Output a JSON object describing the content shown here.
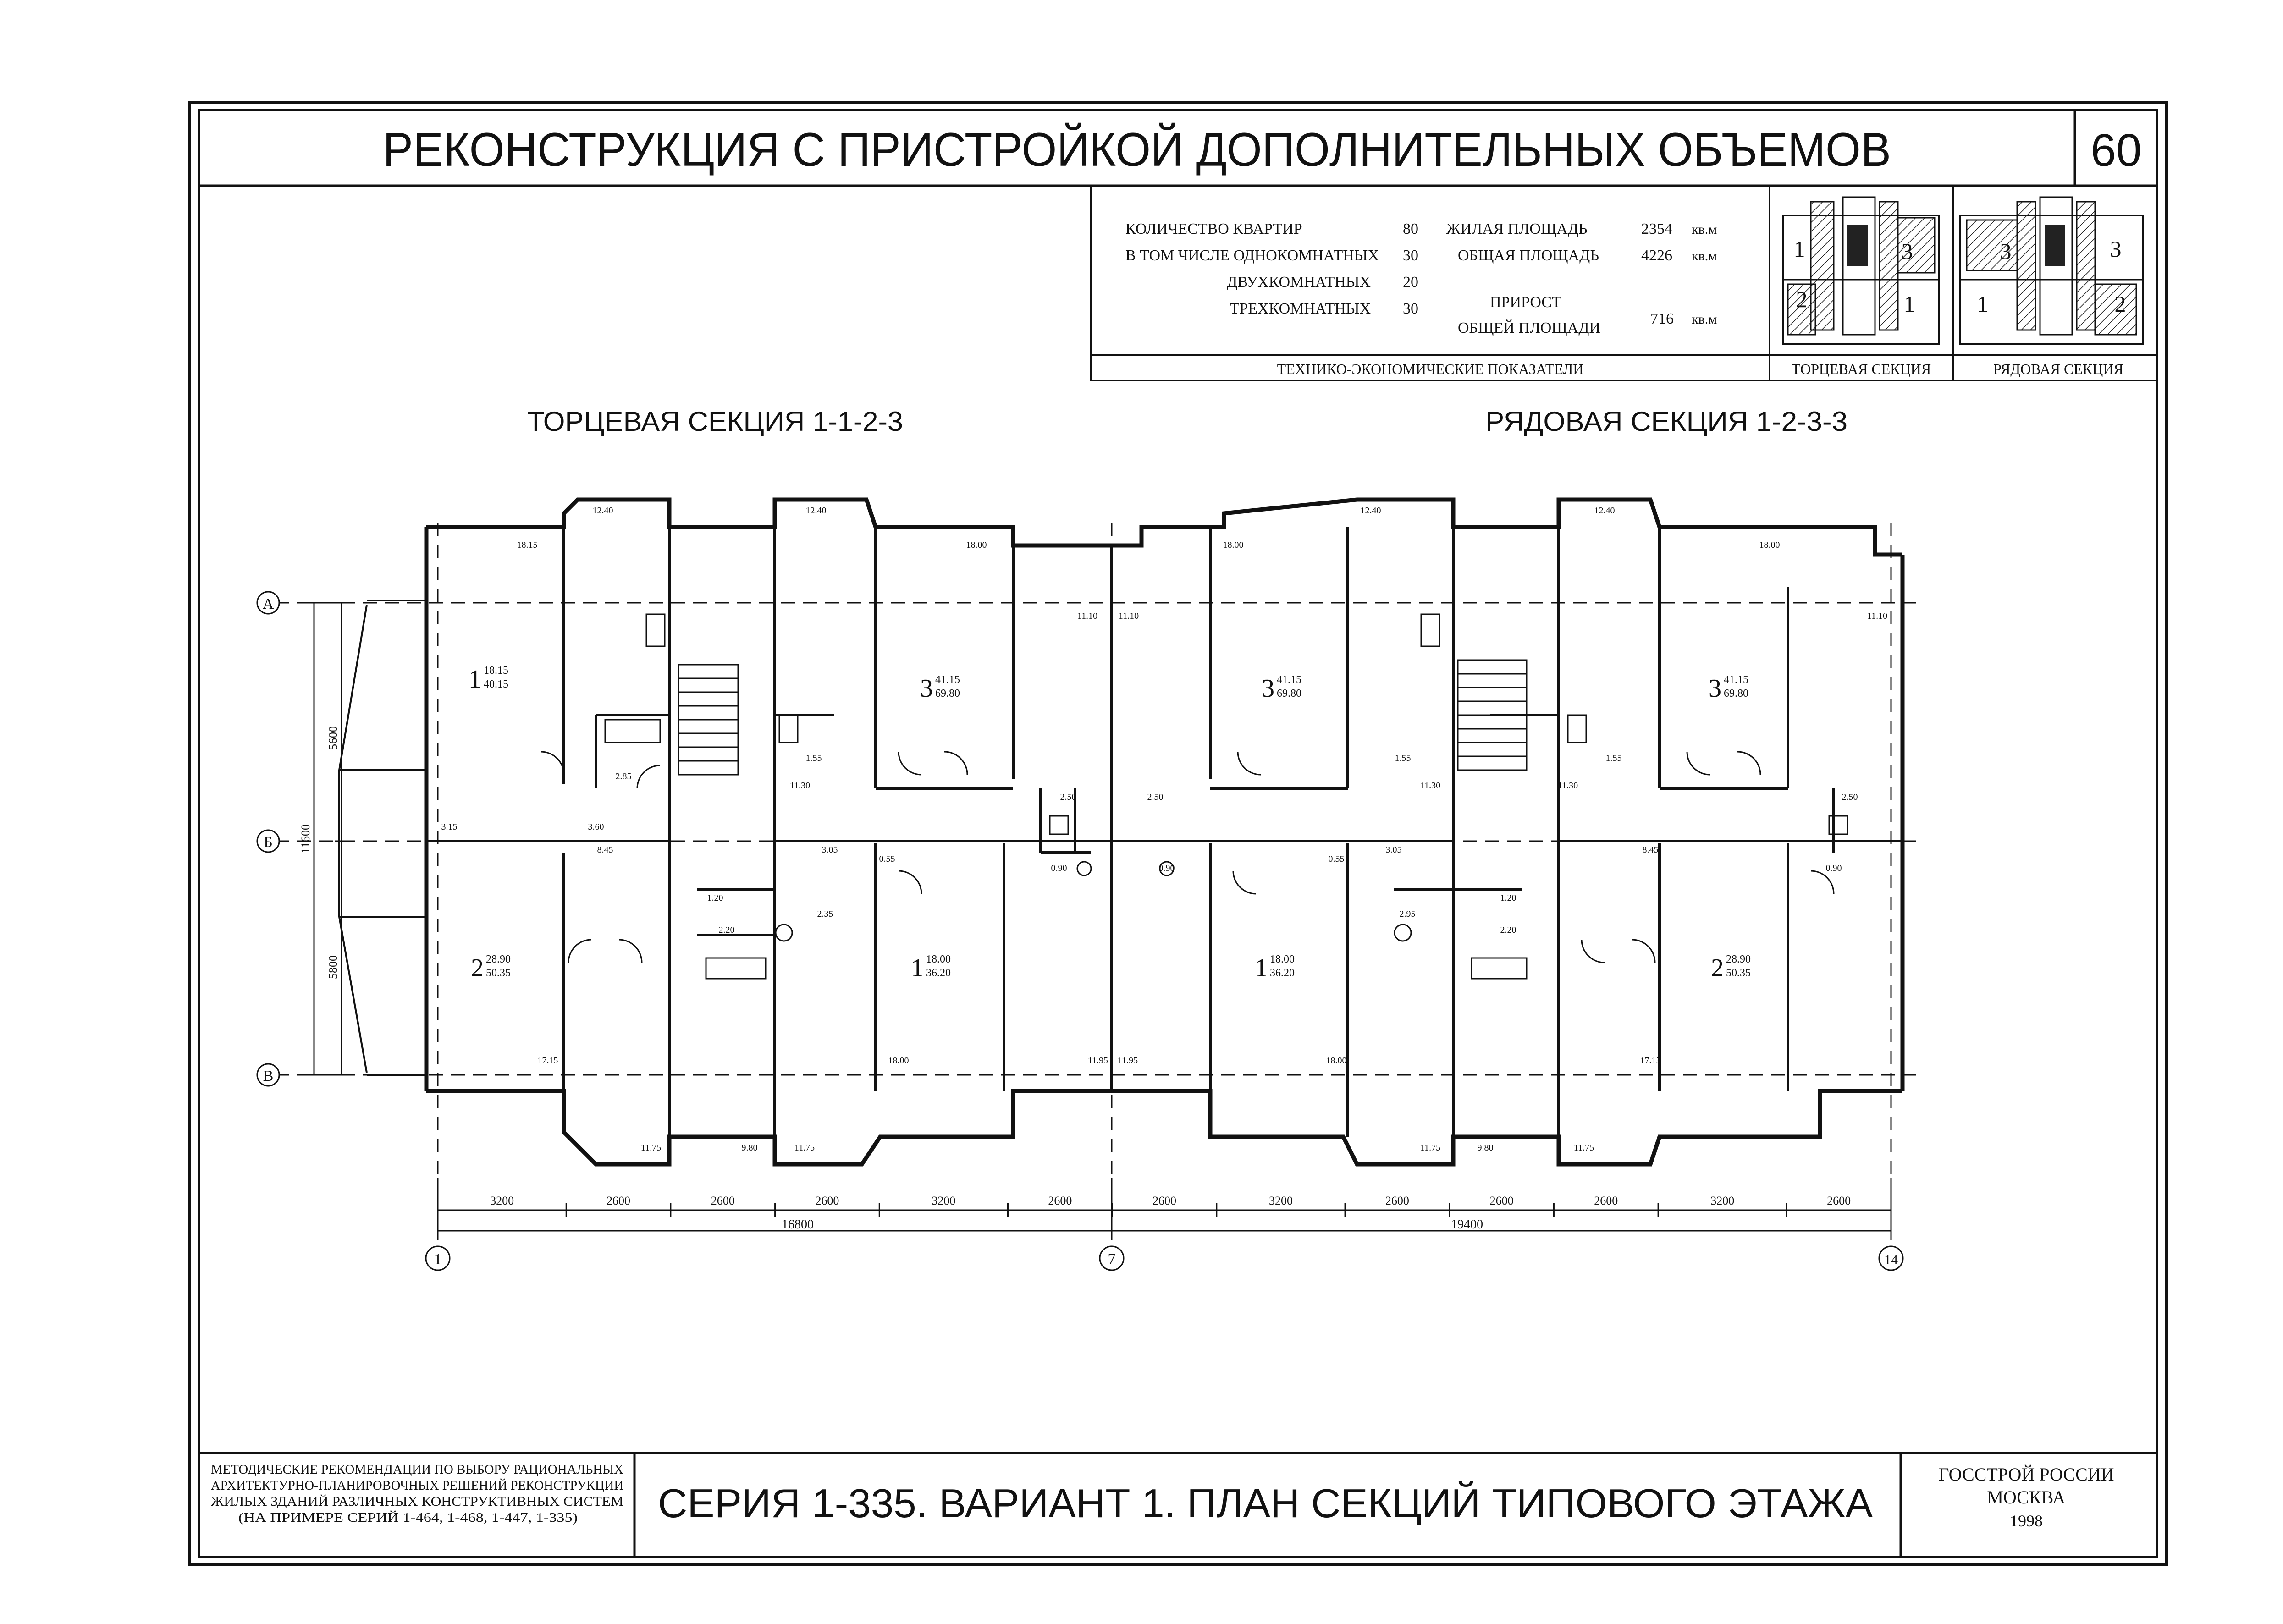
{
  "header": {
    "title": "РЕКОНСТРУКЦИЯ С ПРИСТРОЙКОЙ ДОПОЛНИТЕЛЬНЫХ ОБЪЕМОВ",
    "sheet_number": "60"
  },
  "tep": {
    "label": "ТЕХНИКО-ЭКОНОМИЧЕСКИЕ ПОКАЗАТЕЛИ",
    "left": [
      {
        "name": "КОЛИЧЕСТВО КВАРТИР",
        "value": "80"
      },
      {
        "name": "В ТОМ ЧИСЛЕ ОДНОКОМНАТНЫХ",
        "value": "30"
      },
      {
        "name": "ДВУХКОМНАТНЫХ",
        "value": "20"
      },
      {
        "name": "ТРЕХКОМНАТНЫХ",
        "value": "30"
      }
    ],
    "right": [
      {
        "name": "ЖИЛАЯ ПЛОЩАДЬ",
        "value": "2354",
        "unit": "кв.м"
      },
      {
        "name": "ОБЩАЯ ПЛОЩАДЬ",
        "value": "4226",
        "unit": "кв.м"
      },
      {
        "name1": "ПРИРОСТ",
        "name2": "ОБЩЕЙ ПЛОЩАДИ",
        "value": "716",
        "unit": "кв.м"
      }
    ]
  },
  "schemes": {
    "end_label": "ТОРЦЕВАЯ СЕКЦИЯ",
    "row_label": "РЯДОВАЯ СЕКЦИЯ",
    "end_numbers": [
      "1",
      "3",
      "2",
      "1"
    ],
    "row_numbers": [
      "3",
      "3",
      "1",
      "2"
    ]
  },
  "plan": {
    "left_section_title": "ТОРЦЕВАЯ СЕКЦИЯ 1-1-2-3",
    "right_section_title": "РЯДОВАЯ СЕКЦИЯ 1-2-3-3",
    "axes_letters": [
      "А",
      "Б",
      "В"
    ],
    "axes_numbers": [
      "1",
      "7",
      "14"
    ],
    "vertical_dims": [
      "5600",
      "5800"
    ],
    "vertical_total": "11600",
    "bottom_dims": [
      "3200",
      "2600",
      "2600",
      "2600",
      "3200",
      "2600",
      "2600",
      "3200",
      "2600",
      "2600",
      "2600",
      "3200",
      "2600"
    ],
    "bottom_totals": [
      "16800",
      "19400"
    ],
    "apartments": [
      {
        "num": "1",
        "area_top": "18.15",
        "area_bottom": "40.15"
      },
      {
        "num": "2",
        "area_top": "28.90",
        "area_bottom": "50.35"
      },
      {
        "num": "3",
        "area_top": "41.15",
        "area_bottom": "69.80"
      },
      {
        "num": "1",
        "area_top": "18.00",
        "area_bottom": "36.20"
      },
      {
        "num": "3",
        "area_top": "41.15",
        "area_bottom": "69.80"
      },
      {
        "num": "1",
        "area_top": "18.00",
        "area_bottom": "36.20"
      },
      {
        "num": "3",
        "area_top": "41.15",
        "area_bottom": "69.80"
      },
      {
        "num": "2",
        "area_top": "28.90",
        "area_bottom": "50.35"
      }
    ],
    "room_labels": [
      "12.40",
      "12.40",
      "12.40",
      "12.40",
      "18.15",
      "18.00",
      "18.00",
      "18.00",
      "11.10",
      "11.10",
      "11.10",
      "2.85",
      "1.55",
      "1.55",
      "1.55",
      "11.30",
      "11.30",
      "11.30",
      "3.15",
      "3.60",
      "8.45",
      "3.05",
      "3.05",
      "8.45",
      "2.50",
      "2.50",
      "2.50",
      "0.55",
      "0.55",
      "1.20",
      "1.20",
      "2.20",
      "2.20",
      "2.35",
      "2.95",
      "0.90",
      "0.90",
      "0.90",
      "17.15",
      "18.00",
      "18.00",
      "17.15",
      "11.95",
      "11.95",
      "11.75",
      "9.80",
      "11.75",
      "11.75",
      "9.80",
      "11.75"
    ]
  },
  "footer": {
    "org_lines": [
      "МЕТОДИЧЕСКИЕ РЕКОМЕНДАЦИИ ПО ВЫБОРУ РАЦИОНАЛЬНЫХ",
      "АРХИТЕКТУРНО-ПЛАНИРОВОЧНЫХ РЕШЕНИЙ РЕКОНСТРУКЦИИ",
      "ЖИЛЫХ ЗДАНИЙ РАЗЛИЧНЫХ КОНСТРУКТИВНЫХ СИСТЕМ",
      "(НА ПРИМЕРЕ СЕРИЙ 1-464, 1-468, 1-447, 1-335)"
    ],
    "title": "СЕРИЯ 1-335. ВАРИАНТ 1. ПЛАН СЕКЦИЙ ТИПОВОГО ЭТАЖА",
    "publisher": [
      "ГОССТРОЙ РОССИИ",
      "МОСКВА",
      "1998"
    ]
  }
}
